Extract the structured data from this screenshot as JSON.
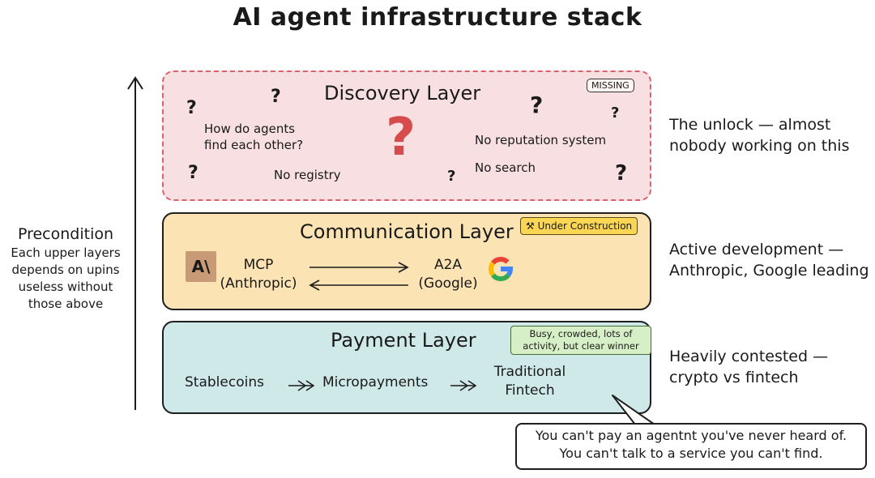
{
  "title": "AI agent infrastructure stack",
  "layers": {
    "discovery": {
      "title": "Discovery Layer",
      "badge": "MISSING",
      "question_line1": "How do agents",
      "question_line2": "find each other?",
      "no_registry": "No registry",
      "no_reputation": "No reputation system",
      "no_search": "No search",
      "qmark": "?",
      "big_qmark": "?"
    },
    "communication": {
      "title": "Communication Layer",
      "badge": "Under Construction",
      "mcp": "MCP",
      "mcp_owner": "(Anthropic)",
      "a2a": "A2A",
      "a2a_owner": "(Google)",
      "anthropic_logo": "A\\"
    },
    "payment": {
      "title": "Payment Layer",
      "badge_line1": "Busy, crowded, lots of",
      "badge_line2": "activity, but clear winner",
      "stablecoins": "Stablecoins",
      "micropayments": "Micropayments",
      "traditional": "Traditional",
      "fintech": "Fintech"
    }
  },
  "side_notes": {
    "discovery_line1": "The unlock — almost",
    "discovery_line2": "nobody working on this",
    "communication_line1": "Active development —",
    "communication_line2": "Anthropic, Google leading",
    "payment_line1": "Heavily contested —",
    "payment_line2": "crypto vs fintech"
  },
  "precondition": {
    "heading": "Precondition",
    "line1": "Each upper layers",
    "line2": "depends on upins",
    "line3": "useless without",
    "line4": "those above"
  },
  "callout": {
    "line1": "You can't pay an agentnt you've never heard of.",
    "line2": "You can't talk to a service you can't find."
  },
  "colors": {
    "discovery_fill": "#f8dfe1",
    "discovery_border": "#d9636d",
    "communication_fill": "#fbe3b3",
    "payment_fill": "#cfe8e8",
    "accent_red": "#d64c4c"
  }
}
